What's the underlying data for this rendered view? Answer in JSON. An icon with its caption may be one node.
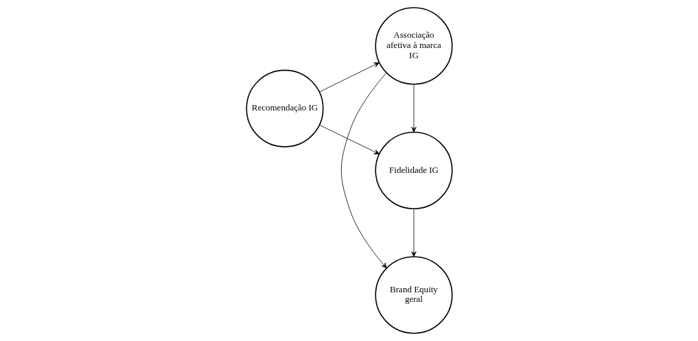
{
  "diagram": {
    "nodes": [
      {
        "text": [
          "Recomendação IG"
        ]
      },
      {
        "text": [
          "Associação afetiva à marca IG"
        ]
      },
      {
        "text": [
          "Fidelidade IG"
        ]
      },
      {
        "text": [
          "Brand Equity geral"
        ]
      }
    ],
    "edges": [
      {
        "from": 0,
        "to": 1,
        "arrow": "to"
      },
      {
        "from": 0,
        "to": 2,
        "arrow": "to"
      },
      {
        "from": 1,
        "to": 2,
        "arrow": "to"
      },
      {
        "from": 1,
        "to": 3,
        "arrow": "to"
      },
      {
        "from": 2,
        "to": 3,
        "arrow": "to"
      }
    ]
  }
}
